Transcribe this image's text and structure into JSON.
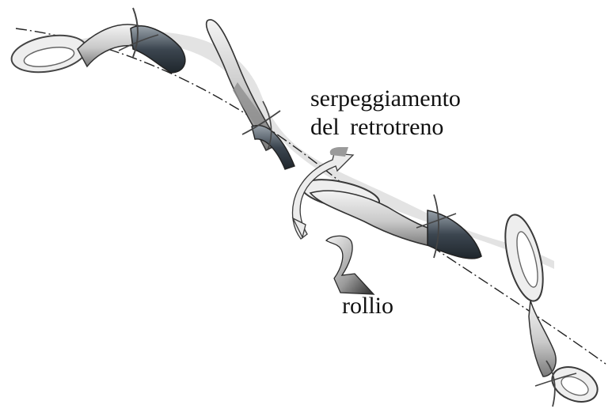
{
  "labels": {
    "yaw_line1": "serpeggiamento",
    "yaw_line2": "del  retrotreno",
    "roll": "rollio"
  },
  "colors": {
    "background": "#ffffff",
    "body_light": "#e6e6e6",
    "body_mid": "#bdbdbd",
    "body_dark": "#5a5a5a",
    "tire_dark": "#3c4650",
    "shadow": "#cfcfcf",
    "axis": "#222222",
    "arrow_light": "#f2f2f2",
    "arrow_dark": "#333333"
  },
  "icons": {
    "yaw_arrow": "curved-double-arrow",
    "roll_arrow": "curved-down-arrow"
  }
}
